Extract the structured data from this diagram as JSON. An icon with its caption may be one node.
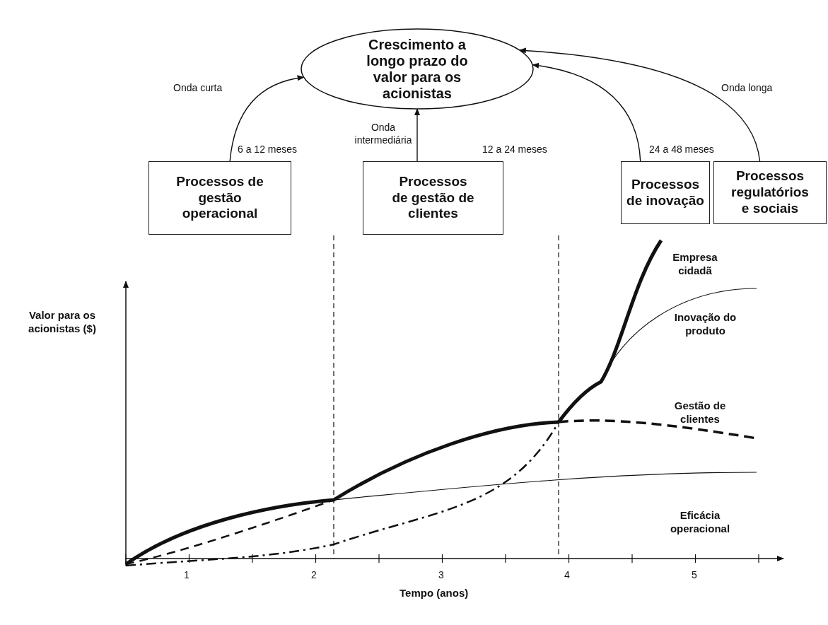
{
  "diagram": {
    "nodes": [
      {
        "text": [
          "Crescimento a longo prazo do valor para os acionistas"
        ]
      },
      {
        "text": [
          "Processos de gestão operacional"
        ]
      },
      {
        "text": [
          "Processos de gestão de clientes"
        ]
      },
      {
        "text": [
          "Processos de inovação"
        ]
      },
      {
        "text": [
          "Processos regulatórios e sociais"
        ]
      }
    ],
    "edges": [
      {
        "from": 1,
        "to": 0,
        "arrow": "to",
        "label": "Onda curta"
      },
      {
        "from": 2,
        "to": 0,
        "arrow": "to",
        "label": "Onda intermediária"
      },
      {
        "from": 3,
        "to": 0,
        "arrow": "to"
      },
      {
        "from": 4,
        "to": 0,
        "arrow": "to",
        "label": "Onda longa"
      }
    ],
    "labels": [
      "6 a 12 meses",
      "12 a 24 meses",
      "24 a 48 meses",
      "Empresa cidadã",
      "Valor para os acionistas ($)",
      "Inovação do produto",
      "Gestão de clientes",
      "Eficácia operacional",
      "1",
      "2",
      "3",
      "4",
      "5",
      "Tempo (anos)"
    ]
  }
}
